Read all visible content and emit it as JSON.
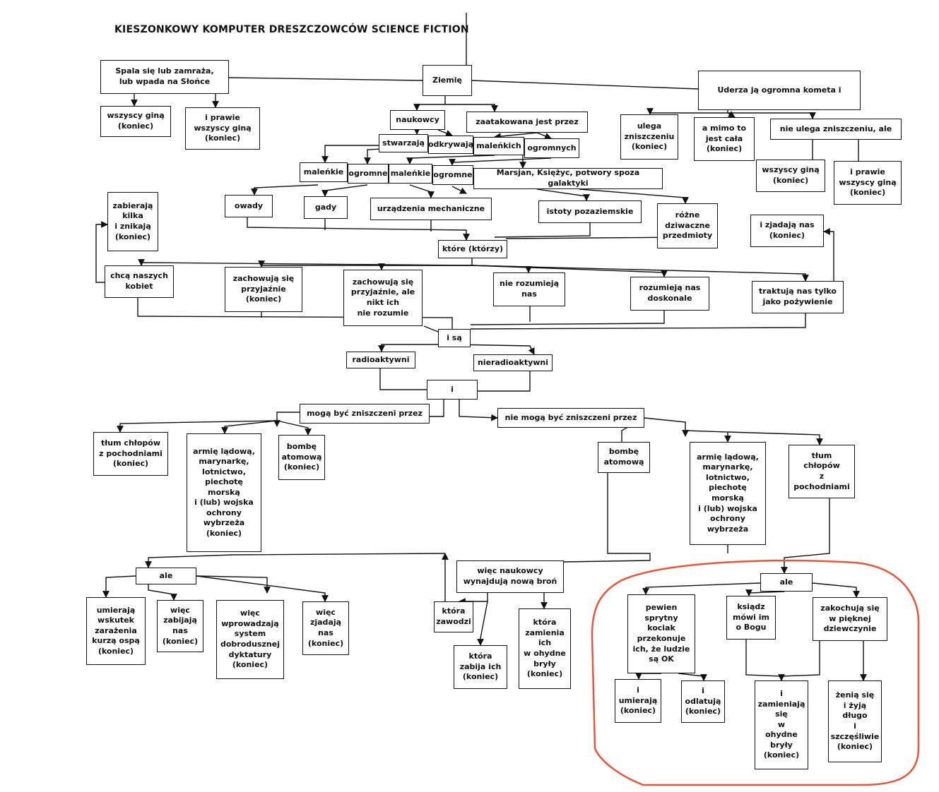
{
  "title": "KIESZONKOWY KOMPUTER DRESZCZOWCÓW SCIENCE FICTION",
  "colors": {
    "ink": "#111111",
    "highlight": "#e8553a",
    "paper": "#ffffff"
  },
  "nodes": {
    "n1": "Spala się lub zamraża,\nlub wpada na Słońce",
    "n2": "Ziemię",
    "n3": "Uderza ją ogromna kometa i",
    "n4": "wszyscy giną\n(koniec)",
    "n5": "i prawie\nwszyscy giną\n(koniec)",
    "n6": "naukowcy",
    "n7": "zaatakowana jest przez",
    "n8": "ulega\nzniszczeniu\n(koniec)",
    "n9": "a mimo to\njest cała\n(koniec)",
    "n10": "nie ulega zniszczeniu, ale",
    "n11": "stwarzają",
    "n12": "odkrywają",
    "n13": "maleńkich",
    "n14": "ogromnych",
    "n15": "wszyscy giną\n(koniec)",
    "n16": "i prawie\nwszyscy giną\n(koniec)",
    "n17": "maleńkie",
    "n18": "ogromne",
    "n19": "maleńkie",
    "n20": "ogromne",
    "n21": "Marsjan, Księżyc, potwory spoza galaktyki",
    "n22": "zabierają\nkilka\ni znikają\n(koniec)",
    "n23": "owady",
    "n24": "gady",
    "n25": "urządzenia mechaniczne",
    "n26": "istoty pozaziemskie",
    "n27": "różne\ndziwaczne\nprzedmioty",
    "n28": "i zjadają nas\n(koniec)",
    "n29": "które (którzy)",
    "n30": "chcą naszych\nkobiet",
    "n31": "zachowują się\nprzyjaźnie\n(koniec)",
    "n32": "zachowują się\nprzyjaźnie, ale\nnikt ich\nnie rozumie",
    "n33": "nie rozumieją\nnas",
    "n34": "rozumieją nas\ndoskonale",
    "n35": "traktują nas tylko\njako pożywienie",
    "n36": "i są",
    "n37": "radioaktywni",
    "n38": "nieradioaktywni",
    "n39": "i",
    "n40": "mogą być zniszczeni przez",
    "n41": "nie mogą być zniszczeni przez",
    "n42": "tłum chłopów\nz pochodniami\n(koniec)",
    "n43": "armię lądową,\nmarynarkę,\nlotnictwo,\npiechotę\nmorską\ni (lub) wojska\nochrony\nwybrzeża\n(koniec)",
    "n44": "bombę\natomową\n(koniec)",
    "n45": "bombę\natomową",
    "n46": "armię lądową,\nmarynarkę,\nlotnictwo,\npiechotę\nmorską\ni (lub) wojska\nochrony\nwybrzeża",
    "n47": "tłum\nchłopów\nz\npochodniami",
    "n48": "ale",
    "n49": "więc naukowcy\nwynajdują nową broń",
    "n50": "ale",
    "n51": "umierają\nwskutek\nzarażenia\nkurzą ospą\n(koniec)",
    "n52": "więc\nzabijają\nnas\n(koniec)",
    "n53": "więc\nwprowadzają\nsystem\ndobrodusznej\ndyktatury\n(koniec)",
    "n54": "więc\nzjadają\nnas\n(koniec)",
    "n55": "która\nzawodzi",
    "n56": "która\nzamienia\nich\nw ohydne\nbryły\n(koniec)",
    "n57": "która\nzabija ich\n(koniec)",
    "n58": "pewien\nsprytny\nkociak\nprzekonuje\nich, że ludzie\nsą OK",
    "n59": "ksiądz\nmówi im\no Bogu",
    "n60": "zakochują się\nw pięknej\ndziewczynie",
    "n61": "i\numierają\n(koniec)",
    "n62": "i\nodlatują\n(koniec)",
    "n63": "i\nzamieniają\nsię\nw\nohydne\nbryły\n(koniec)",
    "n64": "żenią się\ni żyją\ndługo\ni\nszczęśliwie\n(koniec)"
  }
}
